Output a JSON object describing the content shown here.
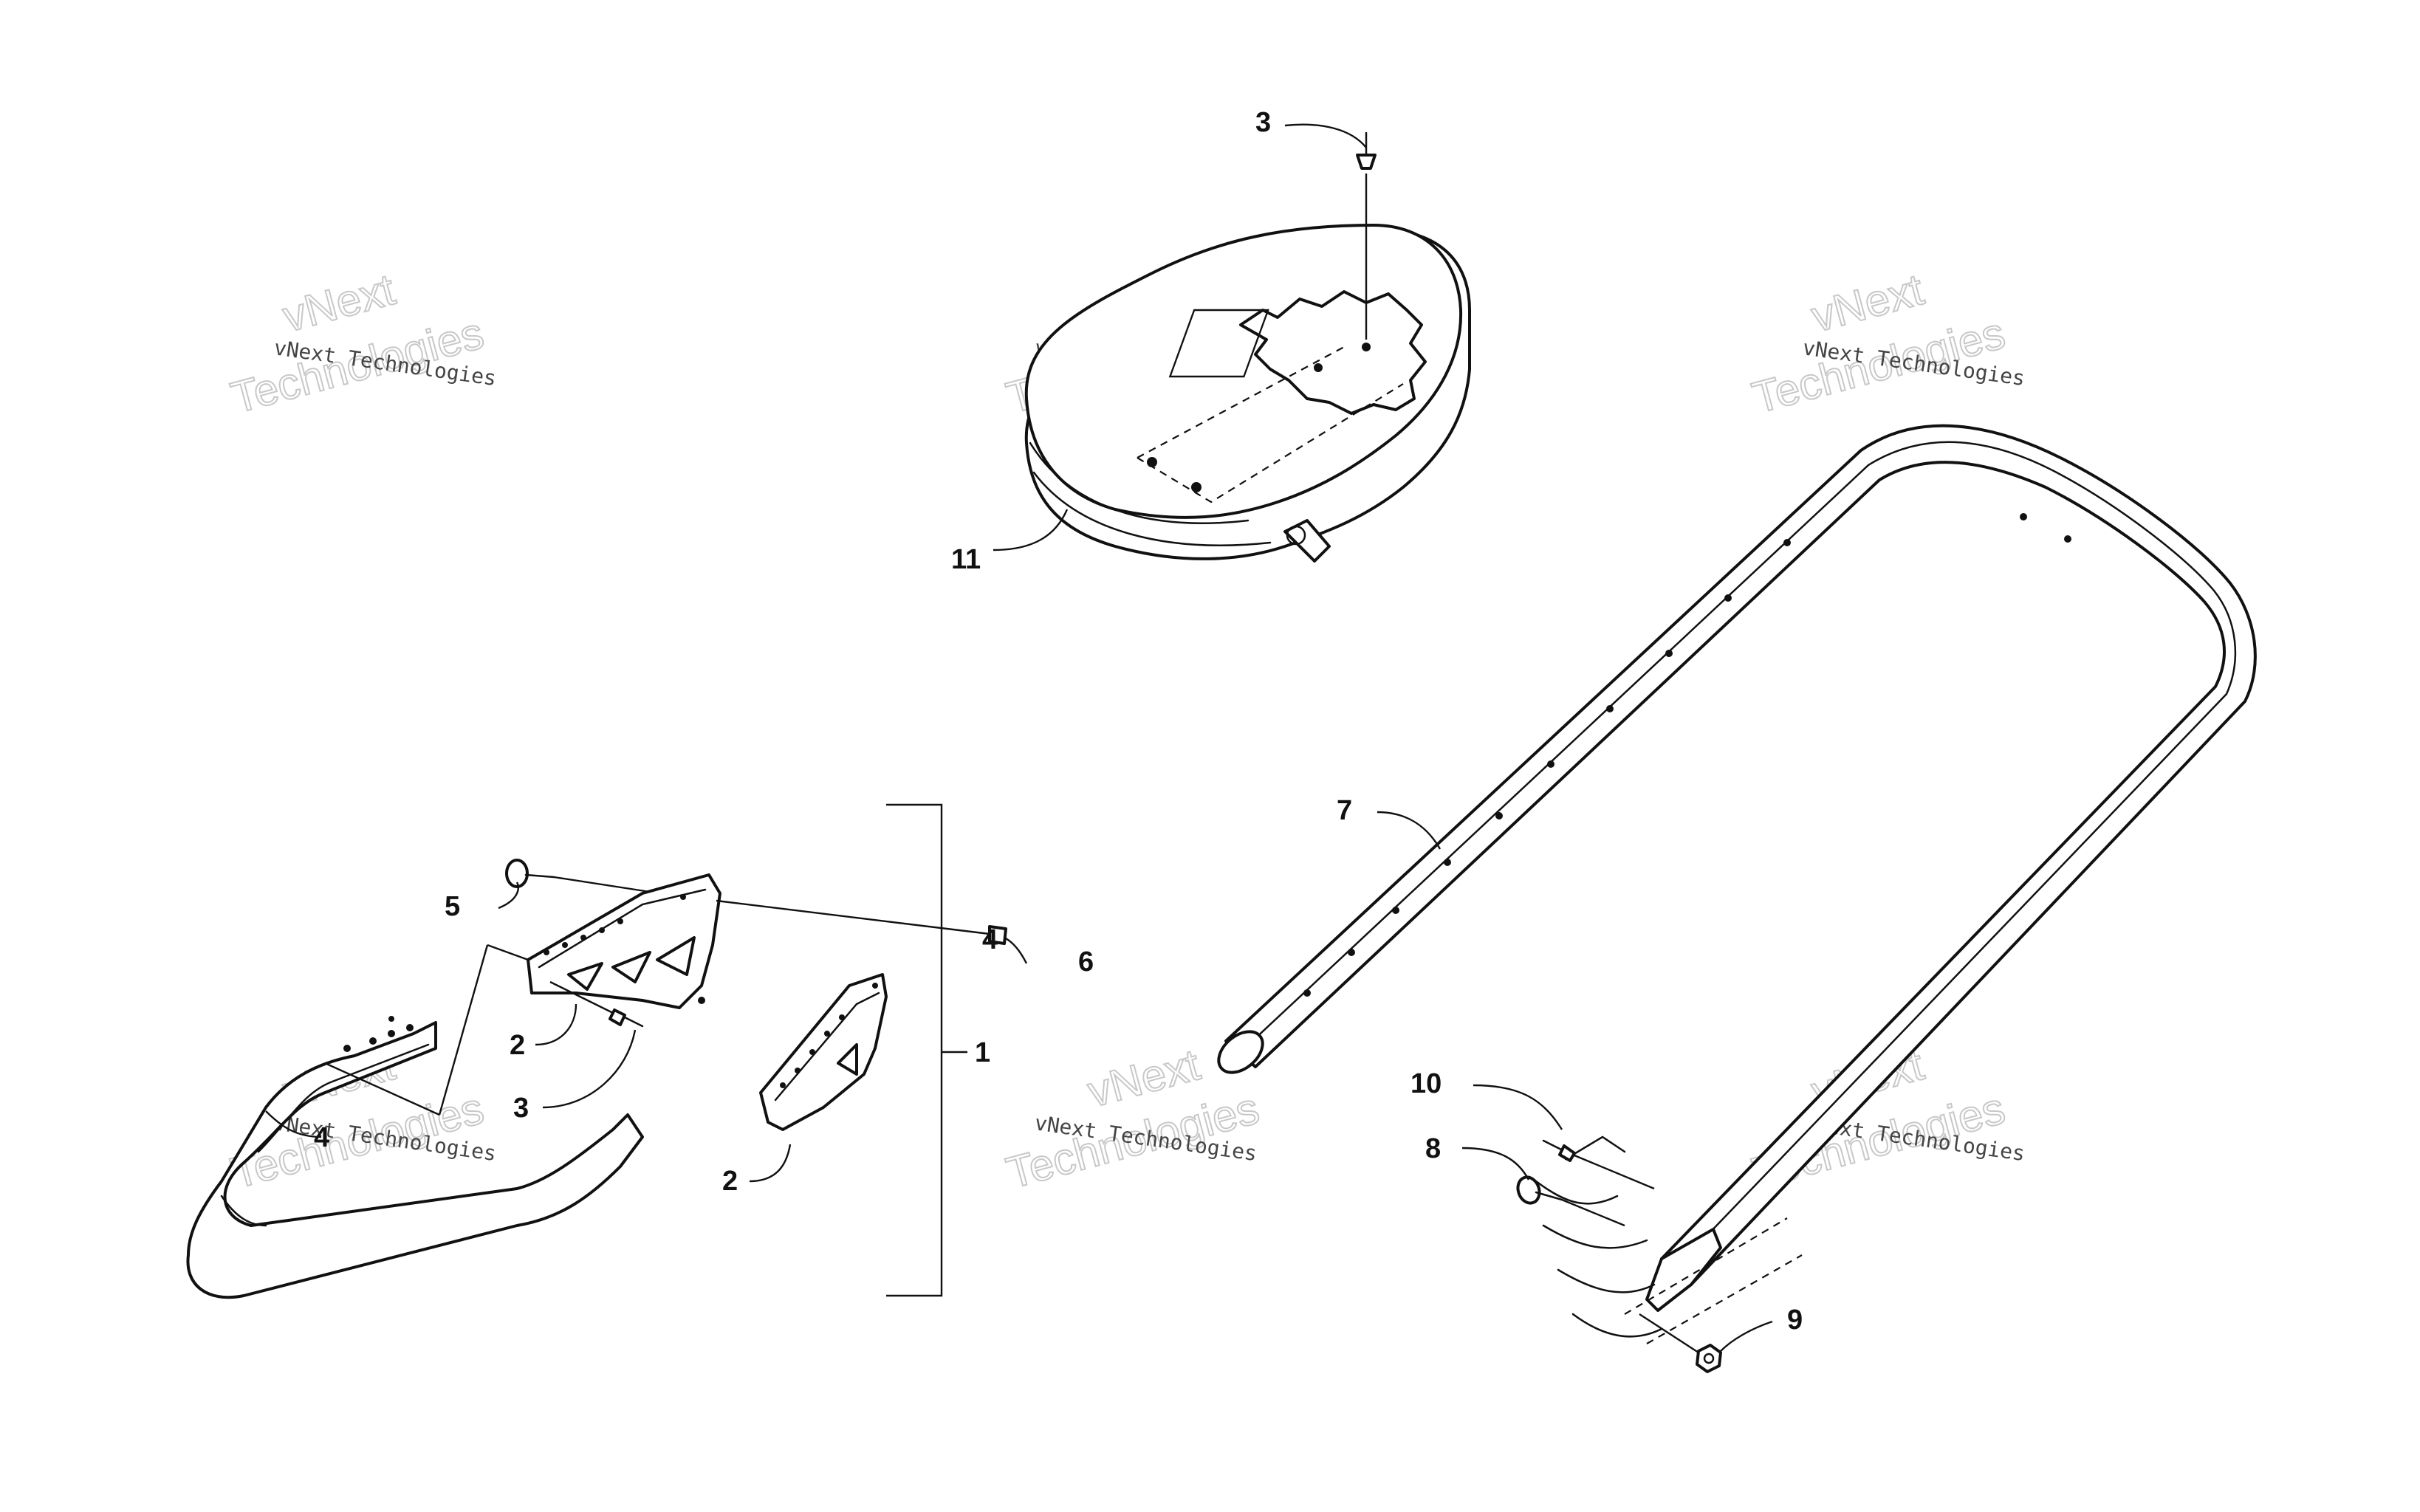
{
  "watermark": {
    "line_small": "vNext Technologies",
    "line_big_a": "vNext",
    "line_big_b": "Technologies"
  },
  "callouts": {
    "c1": "1",
    "c2a": "2",
    "c2b": "2",
    "c3a": "3",
    "c3b": "3",
    "c4a": "4",
    "c4b": "4",
    "c5": "5",
    "c6": "6",
    "c7": "7",
    "c8": "8",
    "c9": "9",
    "c10": "10",
    "c11": "11"
  }
}
